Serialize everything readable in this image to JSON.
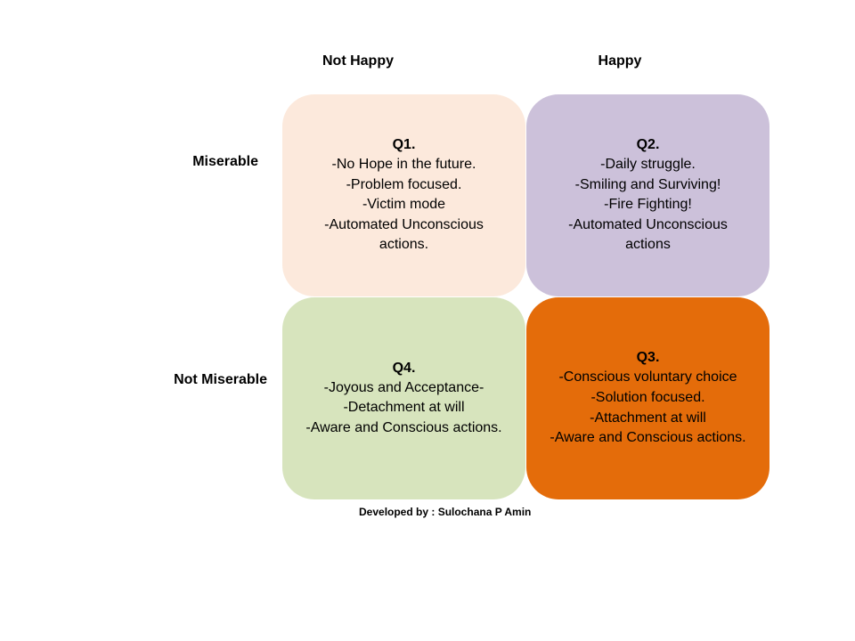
{
  "columns": {
    "left": "Not Happy",
    "right": "Happy"
  },
  "rows": {
    "top": "Miserable",
    "bottom": "Not Miserable"
  },
  "quadrants": {
    "q1": {
      "title": "Q1.",
      "color": "#fce9dc",
      "lines": [
        "-No Hope in the future.",
        "-Problem focused.",
        "-Victim mode",
        "-Automated Unconscious",
        "actions."
      ]
    },
    "q2": {
      "title": "Q2.",
      "color": "#ccc1da",
      "lines": [
        "-Daily struggle.",
        "-Smiling and Surviving!",
        "-Fire Fighting!",
        "-Automated Unconscious",
        "actions"
      ]
    },
    "q3": {
      "title": "Q3.",
      "color": "#e46c0a",
      "lines": [
        "-Conscious voluntary choice",
        "-Solution focused.",
        "-Attachment at will",
        "-Aware and Conscious actions."
      ]
    },
    "q4": {
      "title": "Q4.",
      "color": "#d7e4bd",
      "lines": [
        "-Joyous and Acceptance-",
        "-Detachment at will",
        "-Aware and Conscious actions."
      ]
    }
  },
  "footer": {
    "credit": "Developed by : Sulochana  P Amin"
  }
}
